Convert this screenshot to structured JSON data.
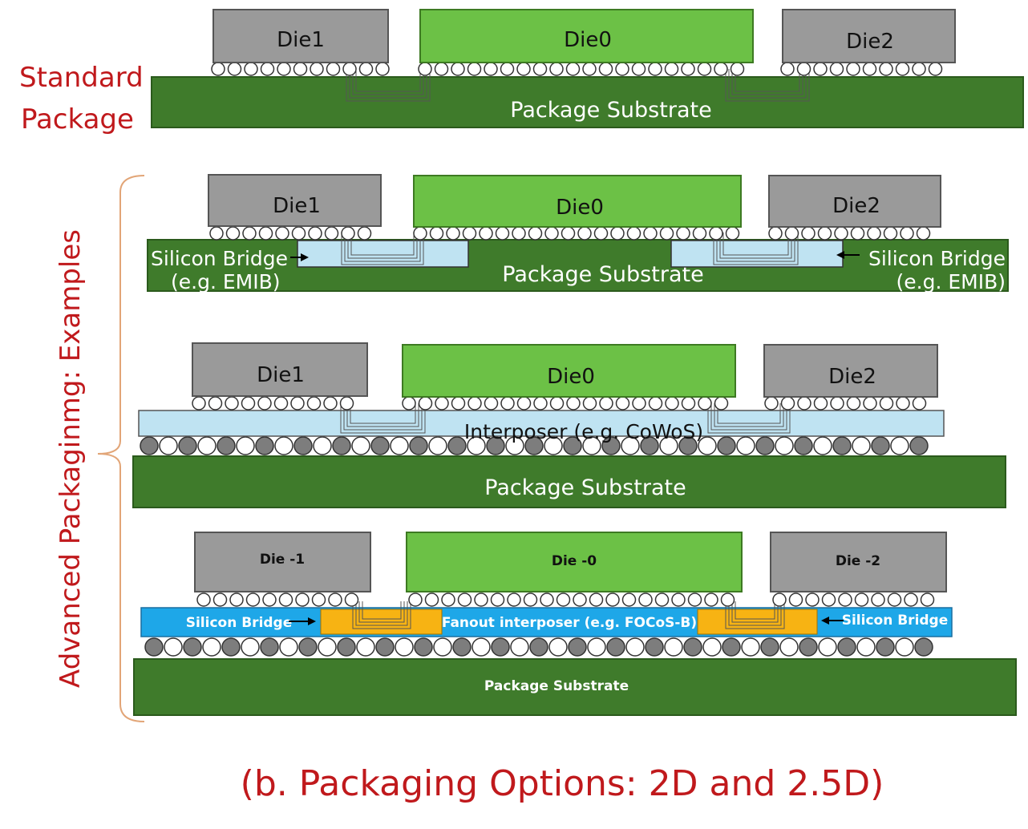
{
  "standard": {
    "label_line1": "Standard",
    "label_line2": "Package",
    "die1": "Die1",
    "die0": "Die0",
    "die2": "Die2",
    "substrate": "Package Substrate"
  },
  "advanced_label": "Advanced Packaginmg: Examples",
  "emib": {
    "die1": "Die1",
    "die0": "Die0",
    "die2": "Die2",
    "substrate": "Package Substrate",
    "bridge_left_line1": "Silicon Bridge",
    "bridge_left_line2": "(e.g. EMIB)",
    "bridge_right_line1": "Silicon Bridge",
    "bridge_right_line2": "(e.g. EMIB)"
  },
  "cowos": {
    "die1": "Die1",
    "die0": "Die0",
    "die2": "Die2",
    "interposer": "Interposer (e.g. CoWoS)",
    "substrate": "Package Substrate"
  },
  "focos": {
    "die1": "Die -1",
    "die0": "Die -0",
    "die2": "Die -2",
    "bridge_left": "Silicon Bridge",
    "bridge_right": "Silicon Bridge",
    "interposer": "Fanout interposer (e.g. FOCoS-B)",
    "substrate": "Package Substrate"
  },
  "caption": "(b. Packaging Options: 2D and 2.5D)",
  "colors": {
    "substrate": "#3f7b2b",
    "die_green": "#6cc146",
    "die_gray": "#9a9a9a",
    "interposer_light": "#bfe3f2",
    "bridge_blue": "#1ea7e8",
    "bridge_orange": "#f7b313",
    "label_red": "#c0191c"
  }
}
